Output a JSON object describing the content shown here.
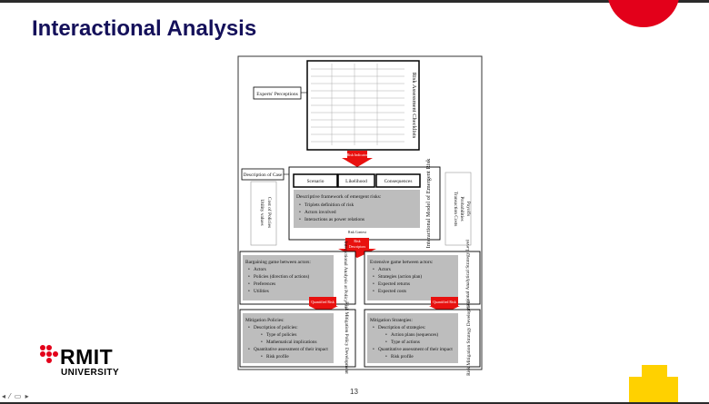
{
  "slide": {
    "title": "Interactional Analysis",
    "page_number": "13"
  },
  "logo": {
    "name": "RMIT",
    "sub": "UNIVERSITY"
  },
  "toolbar": {
    "glyphs": "◂ ⁄ ▭ ▸"
  },
  "colors": {
    "title": "#14105a",
    "accent_red": "#e3001a",
    "accent_yellow": "#ffd100",
    "arrow_red": "#e8110f",
    "box_grey": "#bdbdbd"
  },
  "figure": {
    "experts_label": "Experts' Perceptions",
    "checklist_label": "Risk Assessment Checklists",
    "risk_indicator": "Risk Indicator",
    "description_label": "Description of Case",
    "scenario": "Scenario",
    "likelihood": "Likelihood",
    "consequences": "Consequences",
    "framework_title": "Descriptive framework of emergent risks:",
    "framework_items": [
      "Triplets definition of risk",
      "Actors involved",
      "Interactions as power relations"
    ],
    "interactional_model": "Interactional Model of Emergent Risk",
    "risk_context": "Risk Context",
    "left_note_1": "Utility values",
    "left_note_2": "Cost of Policies",
    "right_note_1": "Transaction Costs",
    "right_note_2": "Probabilities",
    "right_note_3": "Payoffs",
    "risk_descriptors_1": "Risk",
    "risk_descriptors_2": "Descriptors",
    "bargaining_title": "Bargaining game between actors:",
    "bargaining_items": [
      "Actors",
      "Policies (direction of actions)",
      "Preferences",
      "Utilities"
    ],
    "policy_level": "Interactional Analysis at Policy Level",
    "extensive_title": "Extensive game between actors:",
    "extensive_items": [
      "Actors",
      "Strategies (action plan)",
      "Expected returns",
      "Expected costs"
    ],
    "strategy_level": "Interactional Analytical Strategy Level",
    "quantified_left": "Quantified Risk",
    "quantified_right": "Quantified Risk",
    "mit_policies_title": "Mitigation Policies:",
    "mit_policies_items": [
      "Description of policies:",
      "Type of policies",
      "Mathematical implications",
      "Quantitative assessment of their impact",
      "Risk profile"
    ],
    "policy_dev": "Risk Mitigation Policy Development",
    "mit_strategies_title": "Mitigation Strategies:",
    "mit_strategies_items": [
      "Description of strategies:",
      "Action plans (sequences)",
      "Type of actions",
      "Quantitative assessment of their impact",
      "Risk profile"
    ],
    "strategy_dev": "Risk Mitigation Strategy Development"
  }
}
